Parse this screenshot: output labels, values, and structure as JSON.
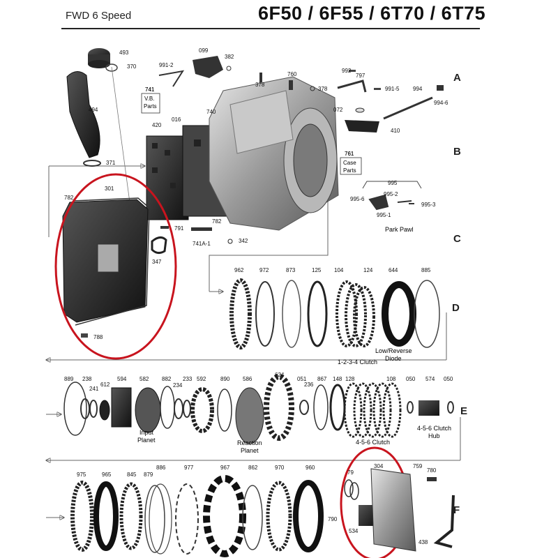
{
  "header": {
    "subtitle": "FWD 6 Speed",
    "models": "6F50 / 6F55 / 6T70 / 6T75"
  },
  "sections": [
    "A",
    "B",
    "C",
    "D",
    "E",
    "F"
  ],
  "boxed_labels": [
    {
      "id": "vb",
      "lines": [
        "741",
        "V.B.",
        "Parts"
      ]
    },
    {
      "id": "case",
      "lines": [
        "761",
        "Case",
        "Parts"
      ]
    }
  ],
  "captions": {
    "park_pawl": "Park Pawl",
    "low_reverse": [
      "Low/Reverse",
      "Diode"
    ],
    "clutch_1234": "1-2-3-4 Clutch",
    "input_planet": [
      "Input",
      "Planet"
    ],
    "reaction_planet": [
      "Reaction",
      "Planet"
    ],
    "clutch_456": "4-5-6 Clutch",
    "clutch_456_hub": [
      "4-5-6 Clutch",
      "Hub"
    ]
  },
  "part_numbers": [
    "493",
    "370",
    "494",
    "371",
    "099",
    "382",
    "991-2",
    "741",
    "378",
    "760",
    "378",
    "992",
    "797",
    "991-5",
    "994",
    "994-6",
    "072",
    "410",
    "016",
    "740",
    "420",
    "761",
    "995",
    "995-2",
    "995-6",
    "995-3",
    "995-1",
    "301",
    "782",
    "791",
    "741A-1",
    "342",
    "347",
    "782",
    "788",
    "962",
    "972",
    "873",
    "125",
    "104",
    "124",
    "644",
    "885",
    "889",
    "238",
    "241",
    "612",
    "594",
    "582",
    "882",
    "234",
    "233",
    "592",
    "890",
    "586",
    "624",
    "051",
    "236",
    "867",
    "148",
    "128",
    "108",
    "050",
    "574",
    "050",
    "975",
    "965",
    "845",
    "879",
    "886",
    "977",
    "967",
    "862",
    "970",
    "960",
    "79",
    "304",
    "759",
    "780",
    "790",
    "534",
    "438"
  ],
  "highlight_color": "#c8141e"
}
